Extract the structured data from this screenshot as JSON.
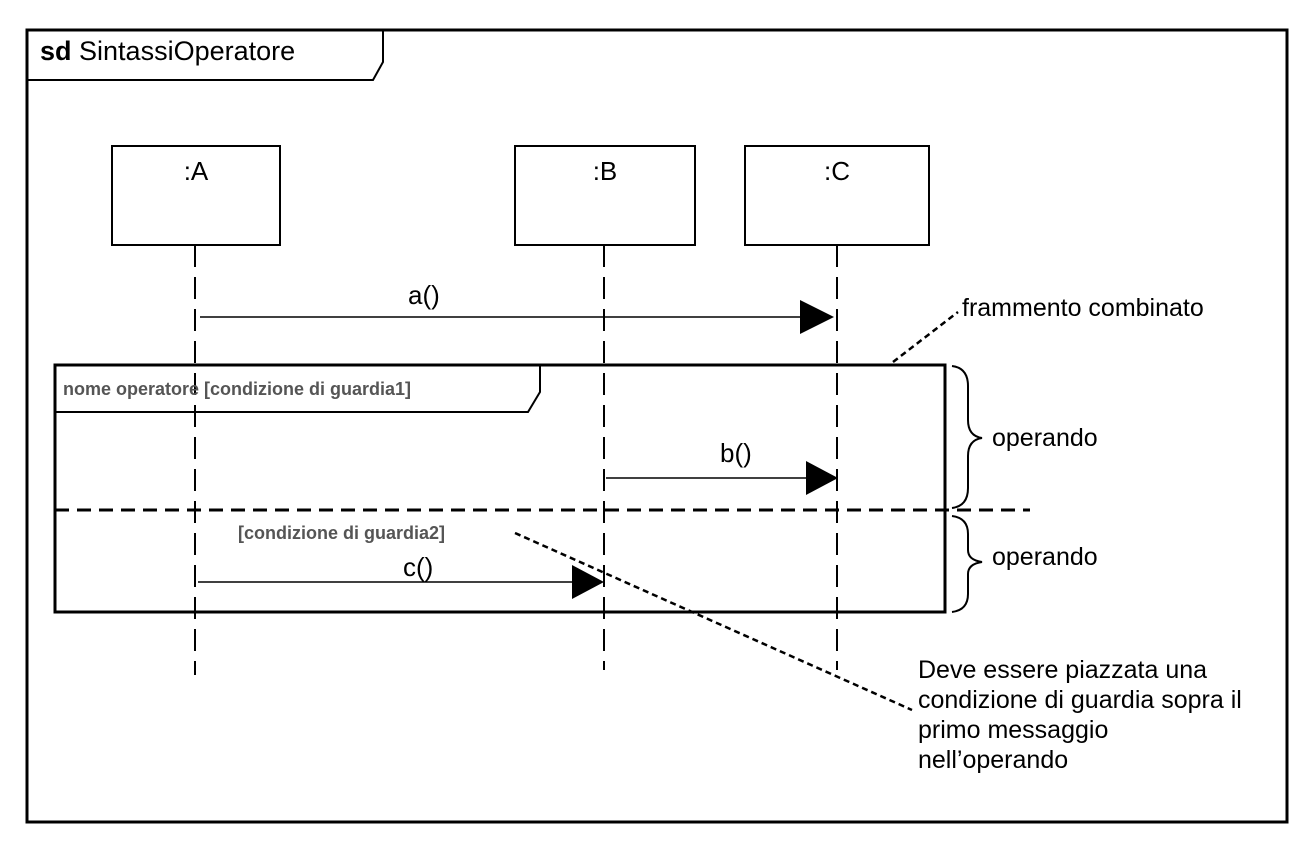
{
  "frame": {
    "keyword": "sd",
    "name": "SintassiOperatore"
  },
  "lifelines": [
    {
      "label": ":A"
    },
    {
      "label": ":B"
    },
    {
      "label": ":C"
    }
  ],
  "messages": {
    "a": "a()",
    "b": "b()",
    "c": "c()"
  },
  "fragment": {
    "operator_label": "nome operatore [condizione di guardia1]",
    "guard2": "[condizione di guardia2]"
  },
  "annotations": {
    "combined_fragment": "frammento combinato",
    "operand1": "operando",
    "operand2": "operando",
    "guard_note": "Deve essere  piazzata una condizione di guardia sopra il primo messaggio nell’operando"
  }
}
